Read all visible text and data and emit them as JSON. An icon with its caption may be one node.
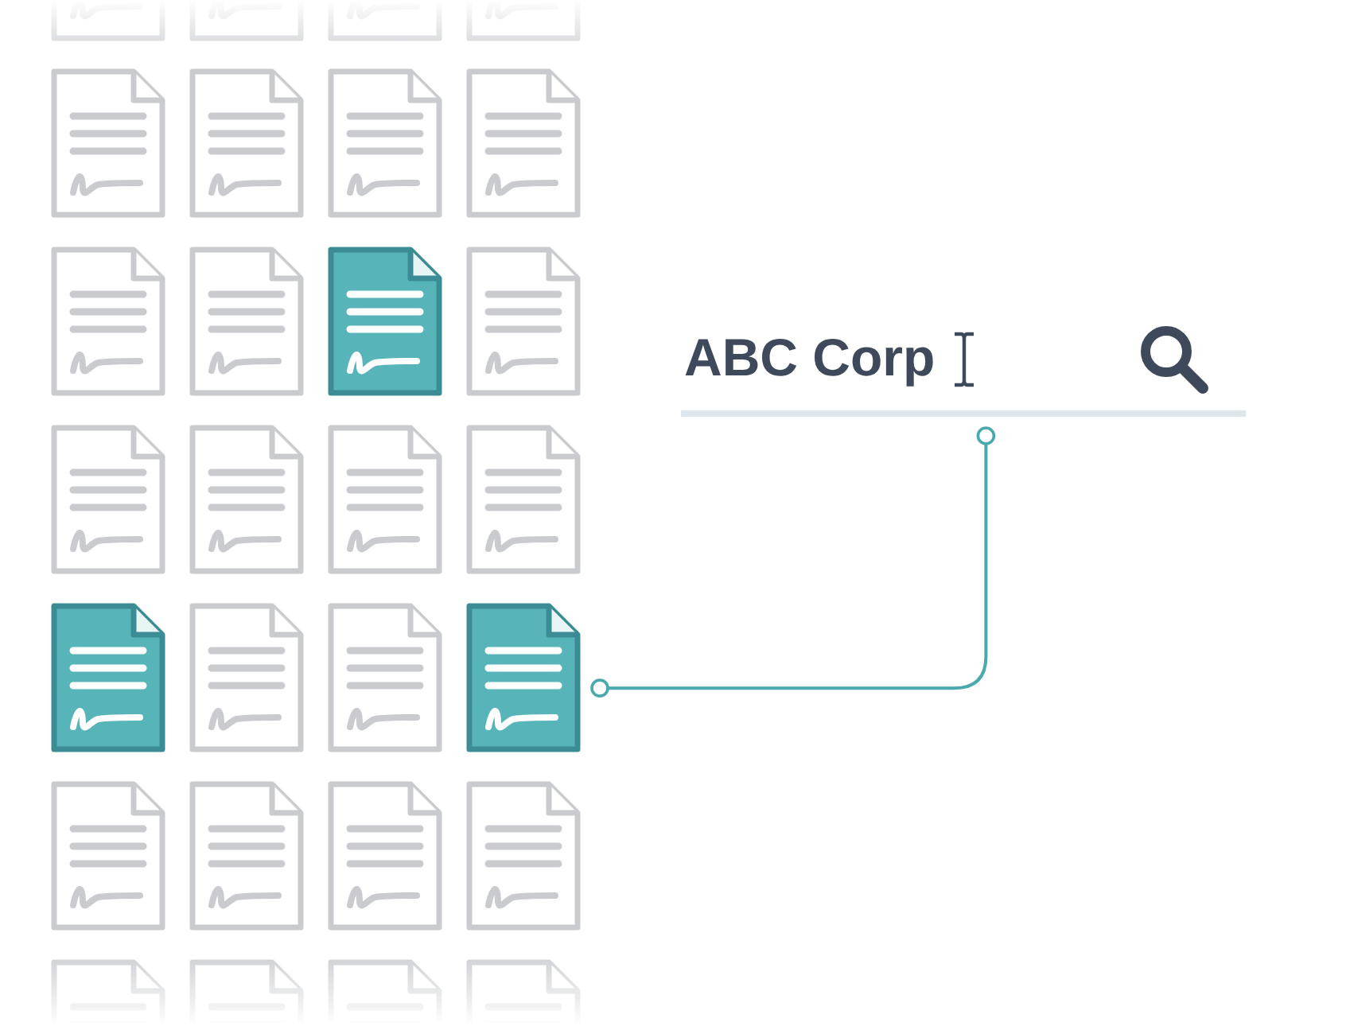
{
  "diagram": {
    "nodes": [
      {
        "text": [
          "ABC Corp"
        ]
      },
      {
        "text": [],
        "shape": "picture"
      }
    ],
    "edges": [
      {
        "from": 0,
        "to": 1,
        "arrow": "other"
      }
    ]
  }
}
